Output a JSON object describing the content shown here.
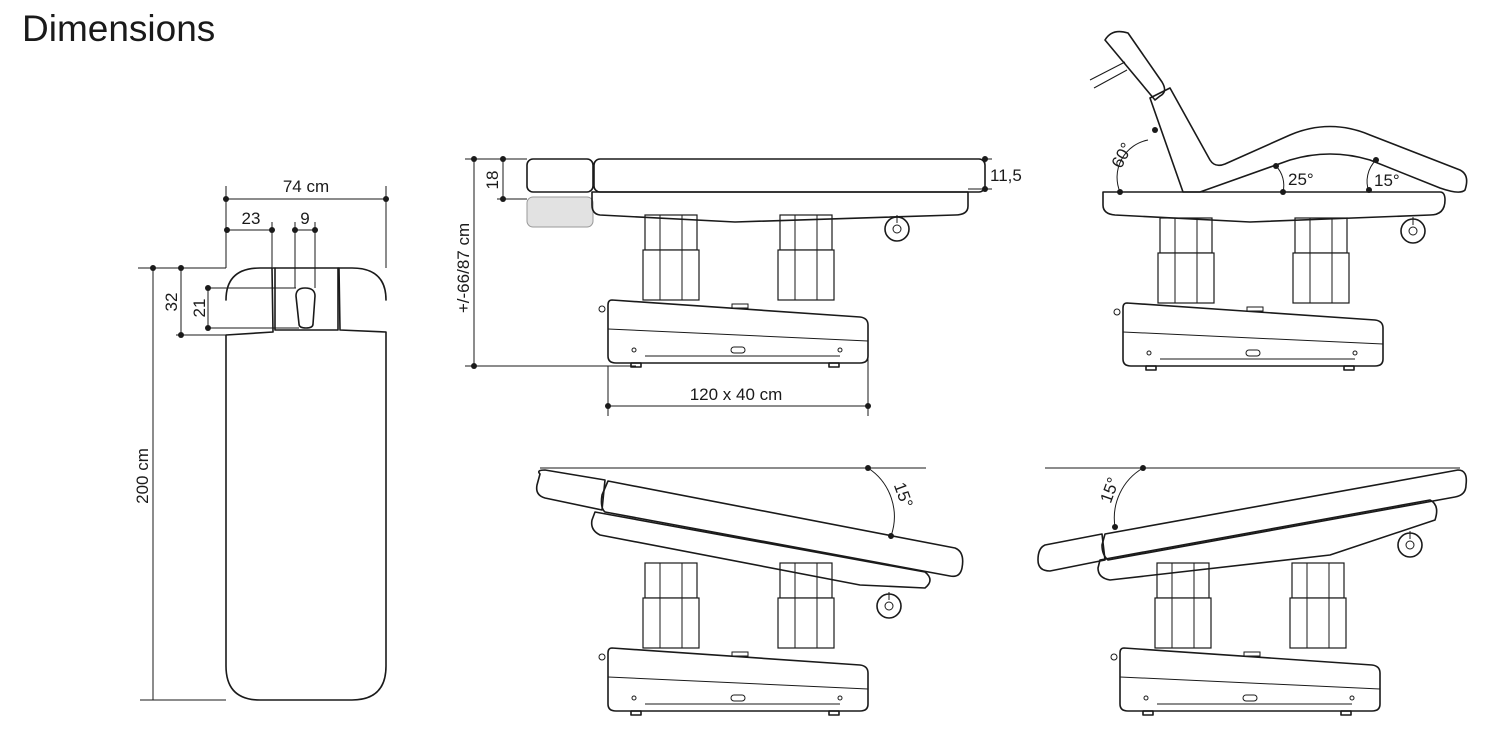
{
  "title": "Dimensions",
  "top_view": {
    "width": "74 cm",
    "head_width": "23",
    "hole_width": "9",
    "head_length": "32",
    "hole_length": "21",
    "length": "200 cm"
  },
  "side_view": {
    "head_thickness": "18",
    "top_thickness": "11,5",
    "height": "+/-66/87 cm",
    "base": "120 x 40 cm"
  },
  "lounge_view": {
    "back_angle": "60°",
    "seat_angle": "25°",
    "leg_angle": "15°"
  },
  "tilt_views": {
    "head_down_angle": "15°",
    "head_up_angle": "15°"
  }
}
